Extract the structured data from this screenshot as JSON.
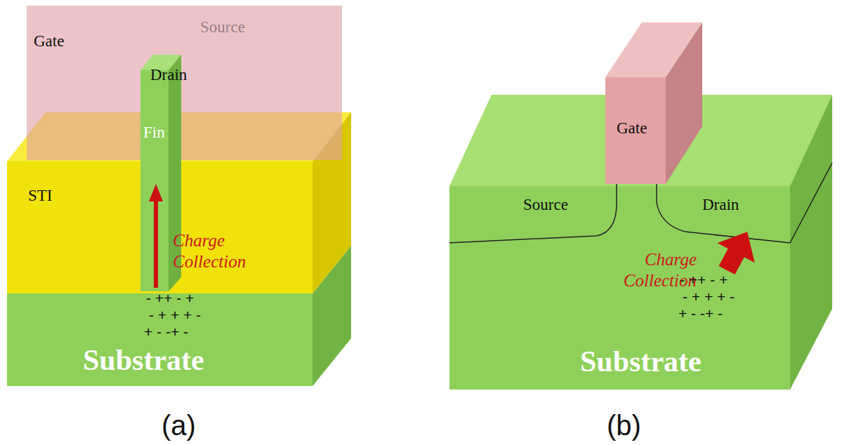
{
  "diagram": {
    "nodes": [
      {
        "text": [
          "Gate"
        ]
      },
      {
        "text": [
          "Fin"
        ]
      },
      {
        "text": [
          "STI"
        ]
      },
      {
        "text": [
          "Substrate"
        ]
      },
      {
        "text": [
          "Gate"
        ]
      },
      {
        "text": [
          "Substrate"
        ]
      }
    ],
    "labels": [
      "Source",
      "Drain",
      "Charge Collection",
      "- ++ - +",
      "- + + + -",
      "+ - -+ -",
      "(a)",
      "Source",
      "Drain",
      "Charge Collection",
      "- ++ - +",
      "- + + + -",
      "+ - -+ -",
      "(b)"
    ]
  }
}
